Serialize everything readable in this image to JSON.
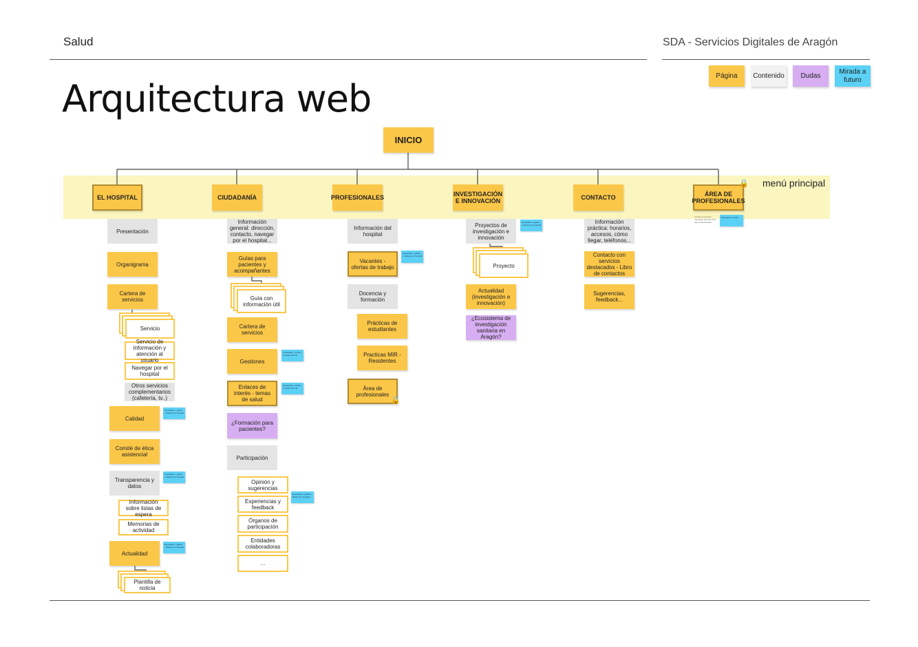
{
  "header": {
    "left": "Salud",
    "right": "SDA - Servicios Digitales de Aragón",
    "title": "Arquitectura web"
  },
  "legend": [
    {
      "label": "Página",
      "color": "#fbc748"
    },
    {
      "label": "Contenido",
      "color": "#f2f2f2"
    },
    {
      "label": "Dudas",
      "color": "#d7aef2"
    },
    {
      "label": "Mirada a futuro",
      "color": "#5bd1f5"
    }
  ],
  "menu_label": "menú principal",
  "root": "INICIO",
  "menu": [
    "EL HOSPITAL",
    "CIUDADANÍA",
    "PROFESIONALES",
    "INVESTIGACIÓN E INNOVACIÓN",
    "CONTACTO",
    "ÁREA DE PROFESIONALES"
  ],
  "hospital": {
    "presentacion": "Presentación",
    "organigrama": "Organigrama",
    "cartera": "Cartera de servicios",
    "servicio": "Servicio",
    "info_usuario": "Servicio de información y atención al usuario",
    "navegar": "Navegar por el hospital",
    "otros": "Otros servicios complementarios (cafetería, tv..)",
    "calidad": "Calidad",
    "comite": "Comité de ética asistencial",
    "transparencia": "Transparencia y datos",
    "listas": "Información sobre listas de espera",
    "memorias": "Memorias de actividad",
    "actualidad": "Actualidad",
    "plantilla": "Plantilla de noticia"
  },
  "ciudadania": {
    "info_general": "Información general: dirección, contacto, navegar por el hospital...",
    "guias": "Guías para pacientes y acompañantes",
    "guia_util": "Guía con información útil",
    "cartera": "Cartera de servicios",
    "gestiones": "Gestiones",
    "enlaces": "Enlaces de interés - temas de salud",
    "formacion": "¿Formación para pacientes?",
    "participacion": "Participación",
    "opinion": "Opinión y sugerencias",
    "experiencias": "Experiencias y feedback",
    "organos": "Órganos de participación",
    "entidades": "Entidades colaboradoras",
    "mas": "..."
  },
  "profesionales": {
    "info": "Información del hospital",
    "vacantes": "Vacantes - ofertas de trabajo",
    "docencia": "Docencia y formación",
    "practicas": "Prácticas de estudiantes",
    "mir": "Practicas MIR - Residentes",
    "area": "Área de profesionales"
  },
  "investigacion": {
    "proyectos": "Proyectos de investigación e innovación",
    "proyecto": "Proyecto",
    "actualidad": "Actualidad (investigación e innovación)",
    "ecosistema": "¿Ecosistema de investigación sanitaria en Aragón?"
  },
  "contacto": {
    "info": "Información práctica: horarios, accesos, cómo llegar, teléfonos...",
    "contacto": "Contacto con servicios destacados - Libro de contactos",
    "sugerencias": "Sugerencias, feedback..."
  },
  "notes": {
    "global": "Desacable + global + filtrado por hospital",
    "salud": "Desacable + enlace a Salud Informa",
    "area_note1": "Acceso a recursos mercados internos solo para profesionales...",
    "area_note2": "Desacable a futuro"
  }
}
